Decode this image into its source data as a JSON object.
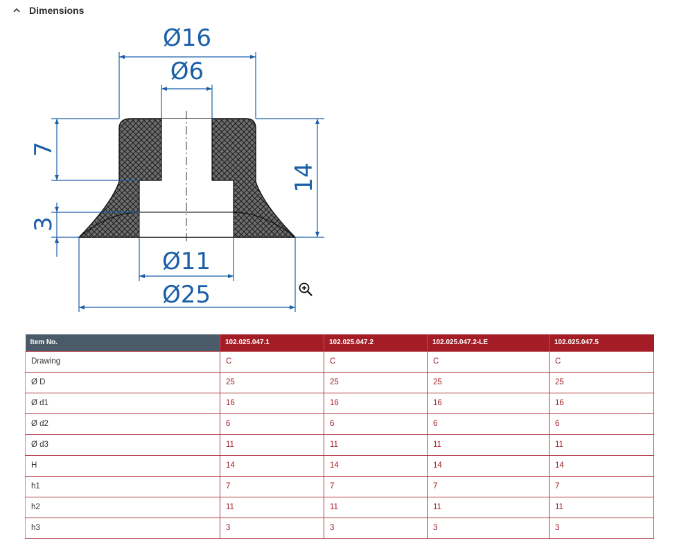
{
  "section": {
    "title": "Dimensions",
    "toggle_icon": "chevron-up-icon"
  },
  "drawing": {
    "dims": {
      "d1": "Ø16",
      "d2": "Ø6",
      "d3": "Ø11",
      "D": "Ø25",
      "h1": "7",
      "h3": "3",
      "H": "14"
    },
    "zoom_icon": "zoom-in-icon"
  },
  "table": {
    "header_label": "Item No.",
    "items": [
      "102.025.047.1",
      "102.025.047.2",
      "102.025.047.2-LE",
      "102.025.047.5"
    ],
    "rows": [
      {
        "label": "Drawing",
        "values": [
          "C",
          "C",
          "C",
          "C"
        ]
      },
      {
        "label": "Ø D",
        "values": [
          "25",
          "25",
          "25",
          "25"
        ]
      },
      {
        "label": "Ø d1",
        "values": [
          "16",
          "16",
          "16",
          "16"
        ]
      },
      {
        "label": "Ø d2",
        "values": [
          "6",
          "6",
          "6",
          "6"
        ]
      },
      {
        "label": "Ø d3",
        "values": [
          "11",
          "11",
          "11",
          "11"
        ]
      },
      {
        "label": "H",
        "values": [
          "14",
          "14",
          "14",
          "14"
        ]
      },
      {
        "label": "h1",
        "values": [
          "7",
          "7",
          "7",
          "7"
        ]
      },
      {
        "label": "h2",
        "values": [
          "11",
          "11",
          "11",
          "11"
        ]
      },
      {
        "label": "h3",
        "values": [
          "3",
          "3",
          "3",
          "3"
        ]
      }
    ]
  },
  "colors": {
    "dimension_blue": "#1a5fa8",
    "header_dark": "#4a5a68",
    "header_red": "#a31c26",
    "value_red": "#a31c26"
  }
}
